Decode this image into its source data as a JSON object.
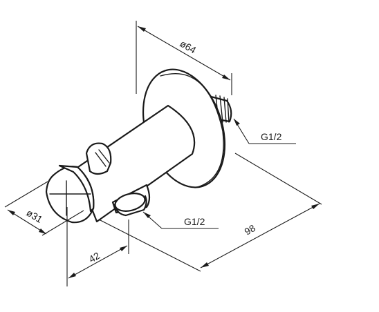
{
  "dimensions": {
    "flange_diameter": "ø64",
    "outlet_thread": "G1/2",
    "inlet_thread": "G1/2",
    "holder_diameter": "ø31",
    "overall_length": "98",
    "outlet_offset": "42"
  },
  "colors": {
    "line": "#1a1a1a",
    "background": "#ffffff"
  }
}
